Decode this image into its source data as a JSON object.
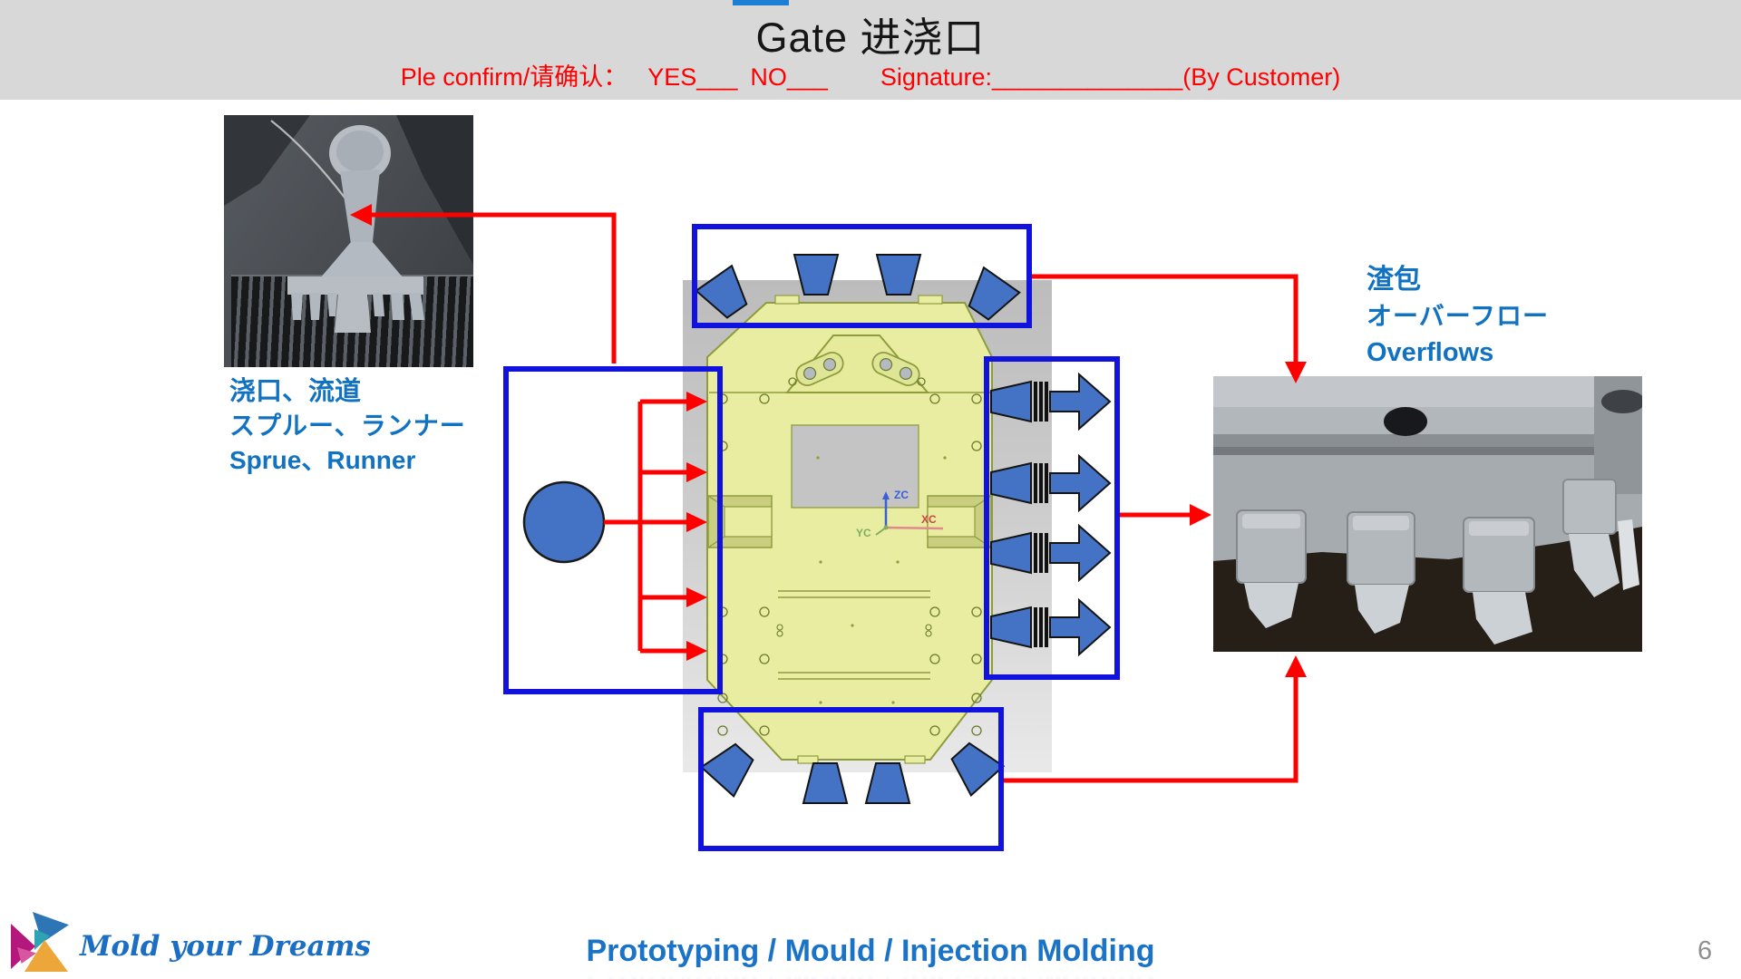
{
  "header": {
    "title": "Gate 进浇口",
    "confirm": {
      "prefix": "Ple confirm/请确认：",
      "yes": "YES___",
      "no": "NO___",
      "signature": "Signature:______________",
      "by_customer": "(By Customer)"
    }
  },
  "labels": {
    "sprue_runner": {
      "zh": "浇口、流道",
      "ja": "スプルー、ランナー",
      "en": "Sprue、Runner"
    },
    "overflow": {
      "zh": "渣包",
      "ja": "オーバーフロー",
      "en": "Overflows"
    }
  },
  "cad": {
    "axis": {
      "z": "ZC",
      "x": "XC",
      "y": "YC"
    }
  },
  "footer": {
    "brand": "Mold your Dreams",
    "tagline": "Prototyping / Mould / Injection Molding",
    "page_number": "6"
  },
  "colors": {
    "callout_box_blue": "#1212df",
    "shape_blue": "#4472c4",
    "connector_red": "#ff0000",
    "label_blue": "#1272c2",
    "part_yellow": "#e9eda2",
    "header_gray": "#d8d8d8"
  }
}
